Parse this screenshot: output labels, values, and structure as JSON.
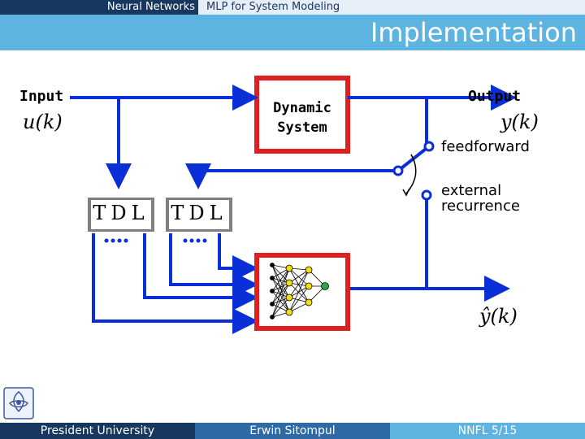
{
  "header": {
    "section": "Neural Networks",
    "subsection": "MLP for System Modeling",
    "title": "Implementation"
  },
  "diagram": {
    "input_label": "Input",
    "input_signal": "u(k)",
    "system_label_line1": "Dynamic",
    "system_label_line2": "System",
    "output_label": "Output",
    "output_signal": "y(k)",
    "feedforward_label": "feedforward",
    "recurrence_label_line1": "external",
    "recurrence_label_line2": "recurrence",
    "tdl_left": "TDL",
    "tdl_right": "TDL",
    "model_output_signal": "ŷ(k)"
  },
  "footer": {
    "institution": "President University",
    "author": "Erwin Sitompul",
    "page": "NNFL 5/15"
  },
  "colors": {
    "wire": "#0a2fd6",
    "system_border": "#e02020",
    "nn_border": "#e02020",
    "tdl_fill": "#7f7f7f",
    "header_dark": "#17375e",
    "header_light": "#5db4e0"
  }
}
